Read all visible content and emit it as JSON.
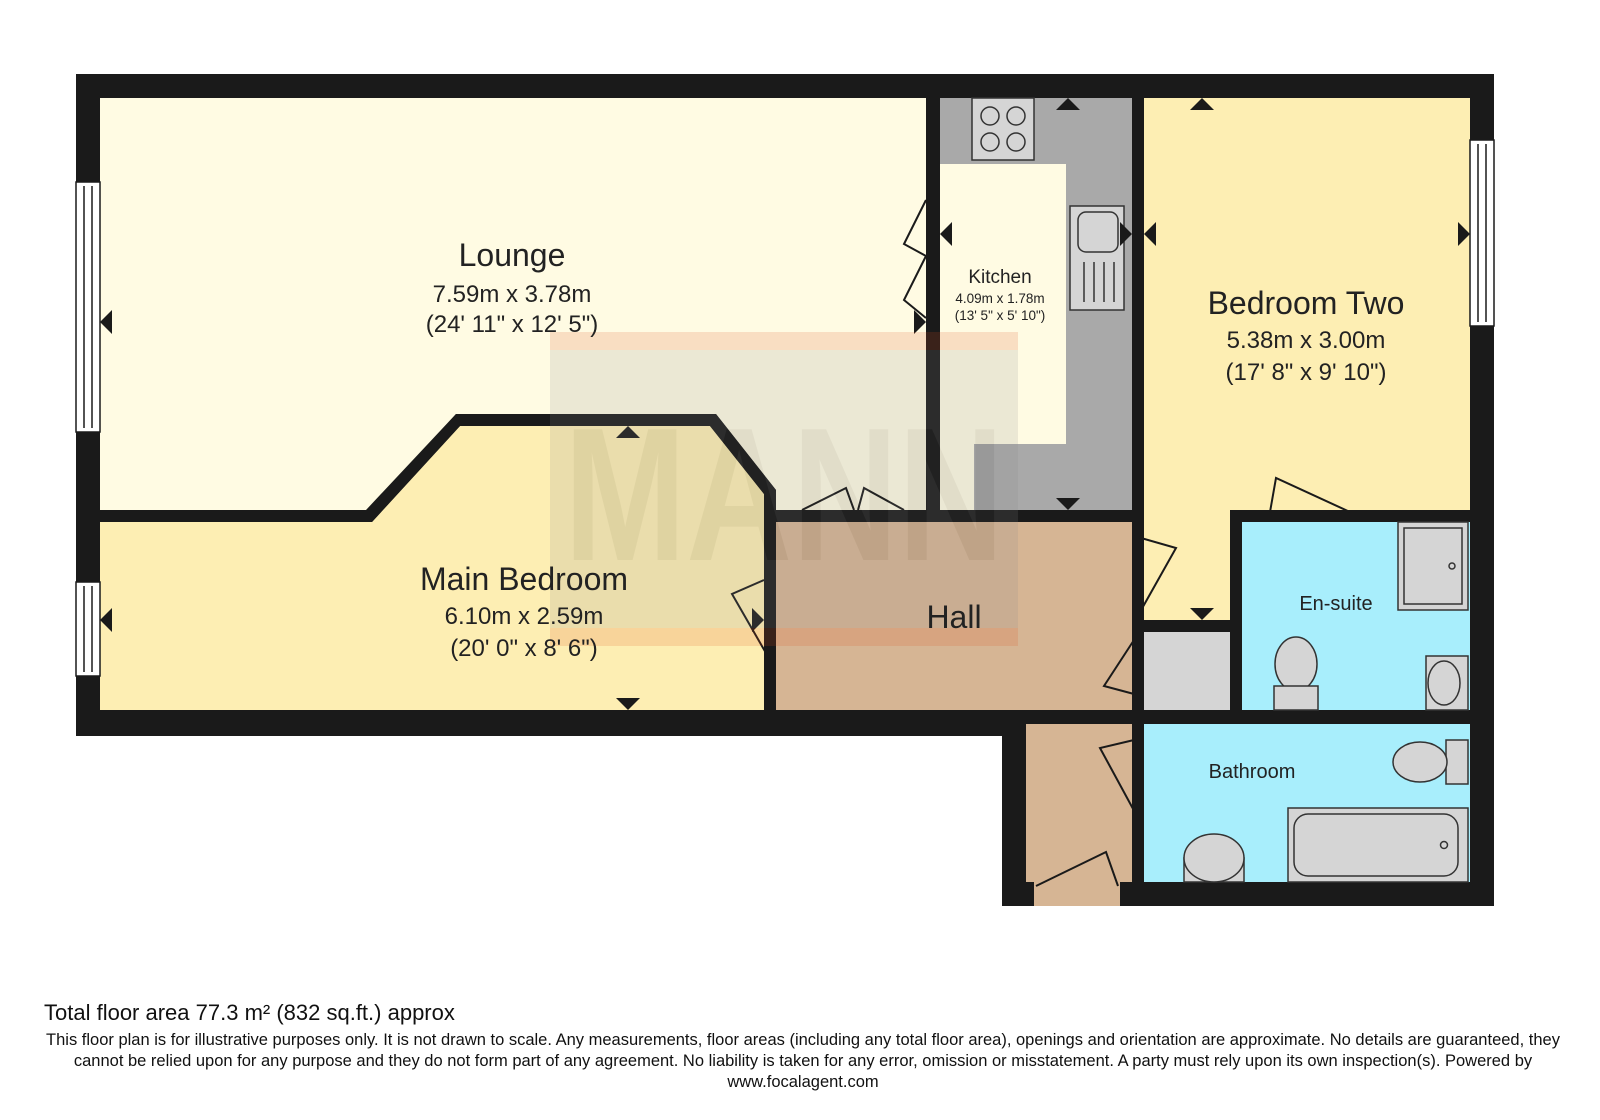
{
  "watermark": "MANN",
  "rooms": [
    {
      "id": "lounge",
      "name": "Lounge",
      "metric": "7.59m x 3.78m",
      "imperial": "(24' 11\" x 12' 5\")"
    },
    {
      "id": "kitchen",
      "name": "Kitchen",
      "metric": "4.09m x 1.78m",
      "imperial": "(13' 5\" x 5' 10\")"
    },
    {
      "id": "bedroom-two",
      "name": "Bedroom Two",
      "metric": "5.38m x 3.00m",
      "imperial": "(17' 8\" x 9' 10\")"
    },
    {
      "id": "main-bedroom",
      "name": "Main Bedroom",
      "metric": "6.10m x 2.59m",
      "imperial": "(20' 0\" x 8' 6\")"
    },
    {
      "id": "hall",
      "name": "Hall"
    },
    {
      "id": "en-suite",
      "name": "En-suite"
    },
    {
      "id": "bathroom",
      "name": "Bathroom"
    }
  ],
  "colors": {
    "wall": "#1a1a1a",
    "lounge": "#fffbe3",
    "bedroom": "#fdeeb3",
    "hall": "#d6b594",
    "wet_room": "#a8eefc",
    "kitchen_counter": "#a9a9a9",
    "fixture": "#d5d5d5"
  },
  "footer": {
    "total_area": "Total floor area 77.3 m² (832 sq.ft.) approx",
    "disclaimer": "This floor plan is for illustrative purposes only. It is not drawn to scale. Any measurements, floor areas (including any total floor area), openings and orientation are approximate. No details are guaranteed, they cannot be relied upon for any purpose and they do not form part of any agreement. No liability is taken for any error, omission or misstatement. A party must rely upon its own inspection(s). Powered by www.focalagent.com"
  }
}
